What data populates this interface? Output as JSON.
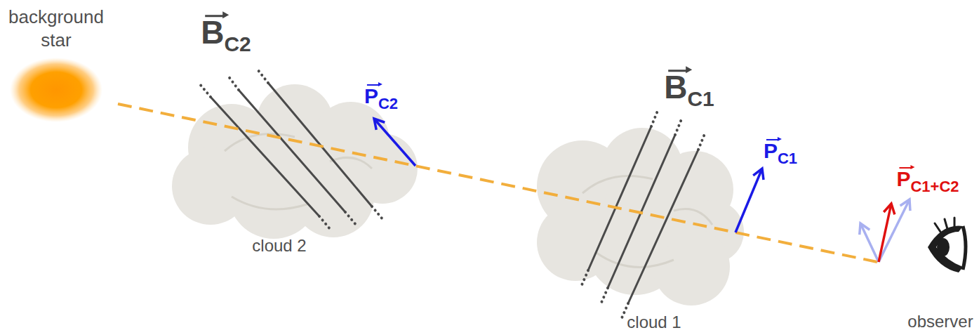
{
  "diagram": {
    "labels": [
      "background star",
      "BC2",
      "PC2",
      "BC1",
      "PC1",
      "PC1+C2",
      "cloud 2",
      "cloud 1",
      "observer"
    ]
  }
}
